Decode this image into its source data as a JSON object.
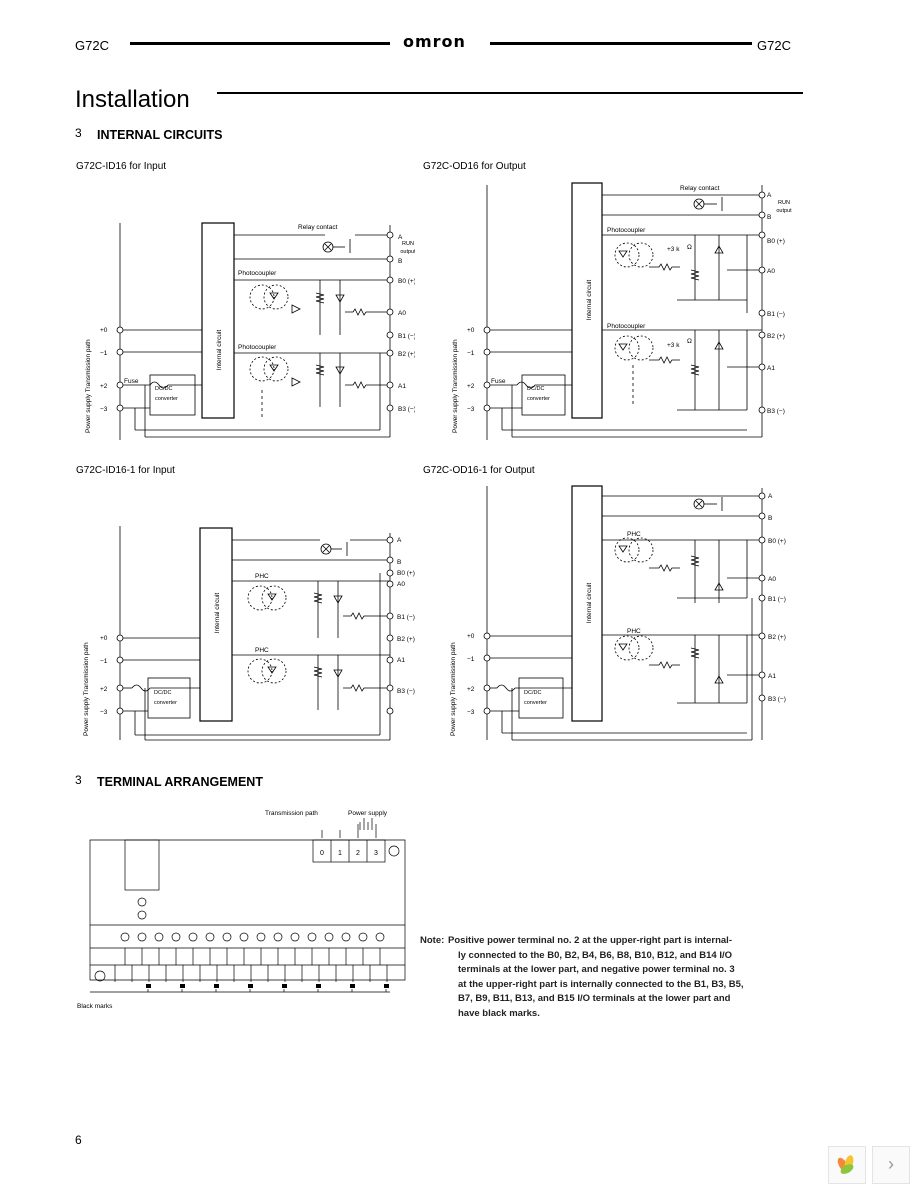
{
  "header": {
    "left_code": "G72C",
    "right_code": "G72C",
    "brand": "omron"
  },
  "page_title": "Installation",
  "sections": {
    "internal_circuits": {
      "number": "3",
      "title": "INTERNAL CIRCUITS"
    },
    "terminal_arrangement": {
      "number": "3",
      "title": "TERMINAL ARRANGEMENT"
    }
  },
  "diagrams": {
    "d1": {
      "title": "G72C-ID16 for Input"
    },
    "d2": {
      "title": "G72C-OD16 for Output"
    },
    "d3": {
      "title": "G72C-ID16-1 for Input"
    },
    "d4": {
      "title": "G72C-OD16-1 for Output"
    }
  },
  "labels": {
    "relay_contact": "Relay contact",
    "photocoupler": "Photocoupler",
    "phc": "PHC",
    "internal_circuit": "Internal   circuit",
    "run": "RUN",
    "output": "output",
    "fuse": "Fuse",
    "dcdc1": "DC/DC",
    "dcdc2": "converter",
    "side_label": "Power supply   Transmission path",
    "plus0": "+0",
    "minus1": "−1",
    "plus2": "+2",
    "minus3": "−3",
    "tA": "A",
    "tB": "B",
    "tB0": "B0 (+)",
    "tA0": "A0",
    "tB1": "B1 (−)",
    "tB2": "B2 (+)",
    "tA1": "A1",
    "tB3": "B3 (−)",
    "plus3k": "+3 k",
    "omega": "Ω"
  },
  "terminal": {
    "transmission_path": "Transmission path",
    "power_supply": "Power supply",
    "terminals": [
      "0",
      "1",
      "2",
      "3"
    ],
    "black_marks": "Black marks"
  },
  "note": {
    "prefix": "Note:",
    "lines": [
      "Positive power terminal no. 2 at the upper-right part is internal-",
      "ly connected to the B0, B2, B4, B6, B8, B10, B12, and B14 I/O",
      "terminals at the lower part, and negative power terminal no. 3",
      "at the upper-right part is internally connected to the B1, B3, B5,",
      "B7, B9, B11, B13, and B15 I/O terminals at the lower part and",
      "have black marks."
    ]
  },
  "page_number": "6",
  "nav": {
    "next": "›"
  }
}
